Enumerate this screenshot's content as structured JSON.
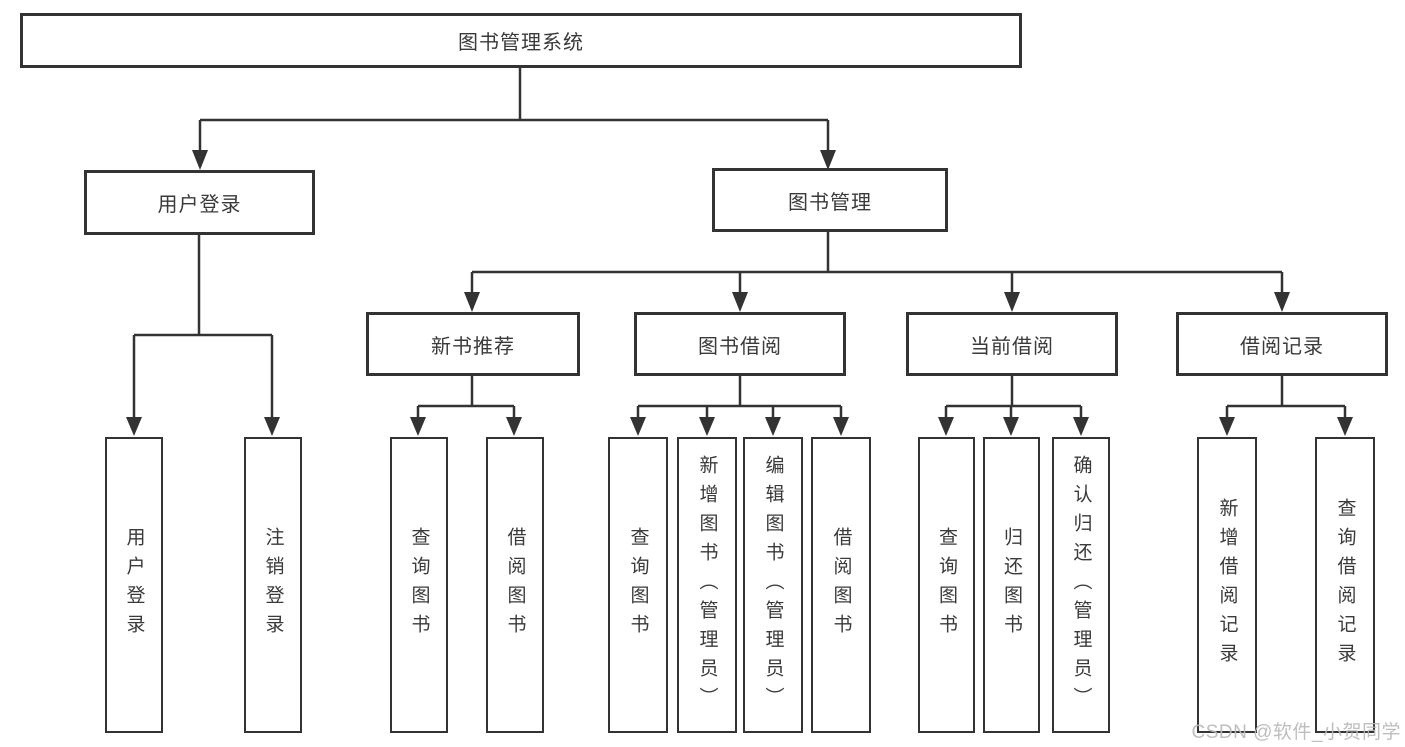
{
  "diagram": {
    "nodes": {
      "root": "图书管理系统",
      "user_login": "用户登录",
      "book_mgmt": "图书管理",
      "login_leaf": "用户登录",
      "logout_leaf": "注销登录",
      "new_books": "新书推荐",
      "borrowing": "图书借阅",
      "current": "当前借阅",
      "records": "借阅记录",
      "nb_query": "查询图书",
      "nb_borrow": "借阅图书",
      "bw_query": "查询图书",
      "bw_add": "新增图书（管理员）",
      "bw_edit": "编辑图书（管理员）",
      "bw_borrow": "借阅图书",
      "cur_query": "查询图书",
      "cur_return": "归还图书",
      "cur_confirm": "确认归还（管理员）",
      "rec_add": "新增借阅记录",
      "rec_query": "查询借阅记录"
    },
    "watermark": "CSDN @软件_小贺同学",
    "line_color": "#333333",
    "text_color": "#3a3a3a"
  }
}
